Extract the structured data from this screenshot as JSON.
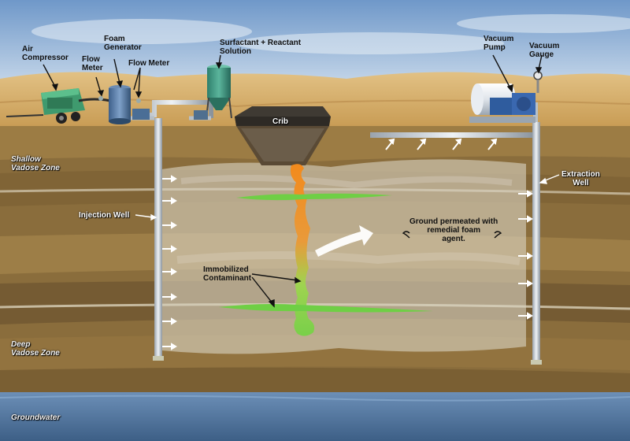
{
  "labels": {
    "air_compressor": [
      "Air",
      "Compressor"
    ],
    "foam_generator": [
      "Foam",
      "Generator"
    ],
    "flow_meter_left": [
      "Flow",
      "Meter"
    ],
    "flow_meter_right": "Flow Meter",
    "surfactant_solution": [
      "Surfactant + Reactant",
      "Solution"
    ],
    "vacuum_pump": [
      "Vacuum",
      "Pump"
    ],
    "vacuum_gauge": [
      "Vacuum",
      "Gauge"
    ],
    "crib": "Crib",
    "extraction_well": [
      "Extraction",
      "Well"
    ],
    "injection_well": "Injection Well",
    "ground_permeated": [
      "Ground permeated with",
      "remedial foam",
      "agent."
    ],
    "immobilized_contaminant": [
      "Immobilized",
      "Contaminant"
    ],
    "shallow_vadose_zone": [
      "Shallow",
      "Vadose Zone"
    ],
    "deep_vadose_zone": [
      "Deep",
      "Vadose Zone"
    ],
    "groundwater": "Groundwater"
  },
  "colors": {
    "sky": "#7ea3cf",
    "sand": "#d8b06a",
    "soil": "#8b6e3e",
    "foam_zone": "#c9bfa6",
    "contaminant_orange": "#e58a2a",
    "contaminant_green": "#7fd04a",
    "groundwater": "#5b7fa6",
    "equipment_green": "#3f9a6e"
  },
  "icons": [
    "injection-arrow-icon",
    "extraction-arrow-icon",
    "flow-arrow-icon"
  ]
}
